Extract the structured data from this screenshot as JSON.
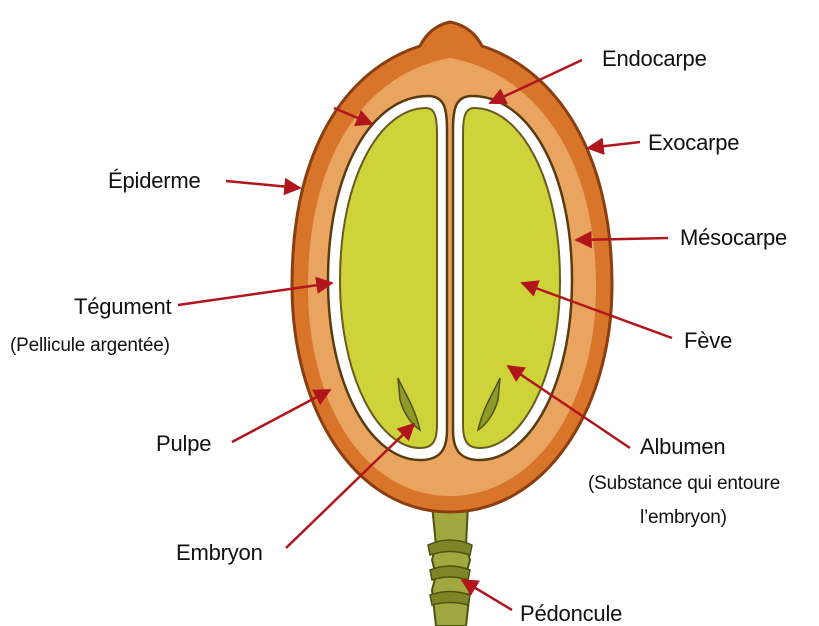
{
  "labels": {
    "endocarpe": "Endocarpe",
    "exocarpe": "Exocarpe",
    "epiderme": "Épiderme",
    "mesocarpe": "Mésocarpe",
    "tegument": "Tégument",
    "tegument_note": "(Pellicule argentée)",
    "feve": "Fève",
    "pulpe": "Pulpe",
    "albumen": "Albumen",
    "albumen_note_line1": "(Substance qui entoure",
    "albumen_note_line2": "l’embryon)",
    "embryon": "Embryon",
    "pedoncule": "Pédoncule"
  },
  "colors": {
    "skin": "#d9752a",
    "pulp": "#e9a560",
    "endocarp_ring": "#ffffff",
    "bean": "#cfd33a",
    "bean_outline": "#6b5a1e",
    "arrow": "#b0161c",
    "stem": "#9ba03a"
  }
}
